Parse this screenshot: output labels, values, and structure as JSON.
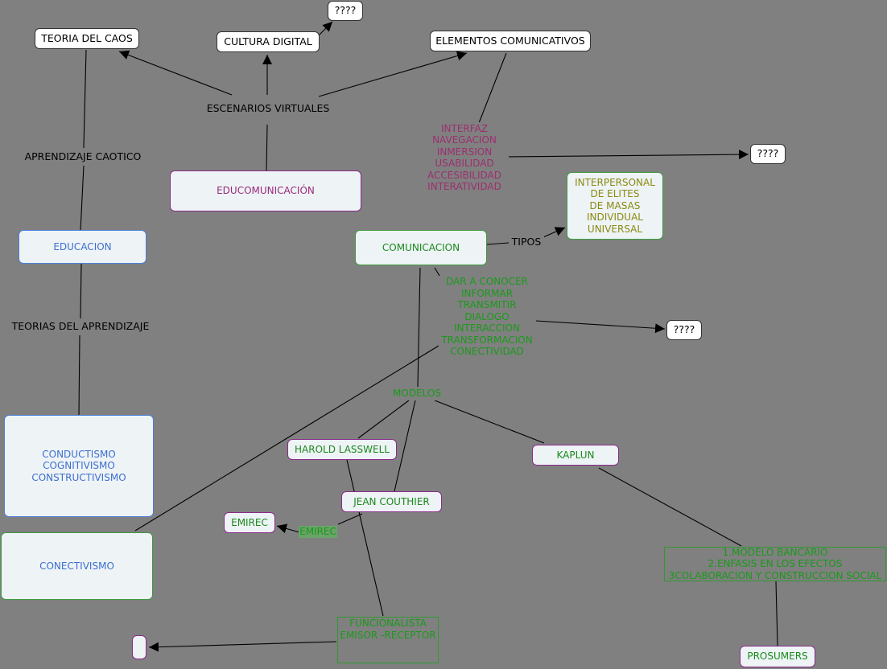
{
  "nodes": {
    "teoria_caos": "TEORIA DEL CAOS",
    "cultura_digital": "CULTURA DIGITAL",
    "q_top": "????",
    "elementos_comunicativos": "ELEMENTOS COMUNICATIVOS",
    "q_right_top": "????",
    "educomunicacion": "EDUCOMUNICACIÓN",
    "tipos_list": "INTERPERSONAL\nDE ELITES\nDE MASAS\nINDIVIDUAL\nUNIVERSAL",
    "educacion": "EDUCACION",
    "comunicacion": "COMUNICACION",
    "q_right_mid": "????",
    "teorias_list": "CONDUCTISMO\nCOGNITIVISMO\nCONSTRUCTIVISMO",
    "harold_lasswell": "HAROLD LASSWELL",
    "kaplun": "KAPLUN",
    "jean_couthier": "JEAN COUTHIER",
    "emirec_node": "EMIREC",
    "conectivismo": "CONECTIVISMO",
    "kaplun_models": "1.MODELO BANCARIO\n2.ENFASIS EN LOS EFECTOS\n3COLABORACION Y CONSTRUCCION SOCIAL",
    "funcionalista": "FUNCIONALISTA\nEMISOR -RECEPTOR",
    "empty_node": "",
    "prosumers": "PROSUMERS"
  },
  "links": {
    "escenarios_virtuales": "ESCENARIOS VIRTUALES",
    "aprendizaje_caotico": "APRENDIZAJE CAOTICO",
    "elementos_list": "INTERFAZ\nNAVEGACION\nINMERSION\nUSABILIDAD\nACCESIBILIDAD\nINTERATIVIDAD",
    "tipos": "TIPOS",
    "funciones_list": "DAR A CONOCER\nINFORMAR\nTRANSMITIR\nDIALOGO\nINTERACCION\nTRANSFORMACION\nCONECTIVIDAD",
    "teorias_aprendizaje": "TEORIAS DEL APRENDIZAJE",
    "modelos": "MODELOS",
    "emirec_link": "EMIREC"
  }
}
